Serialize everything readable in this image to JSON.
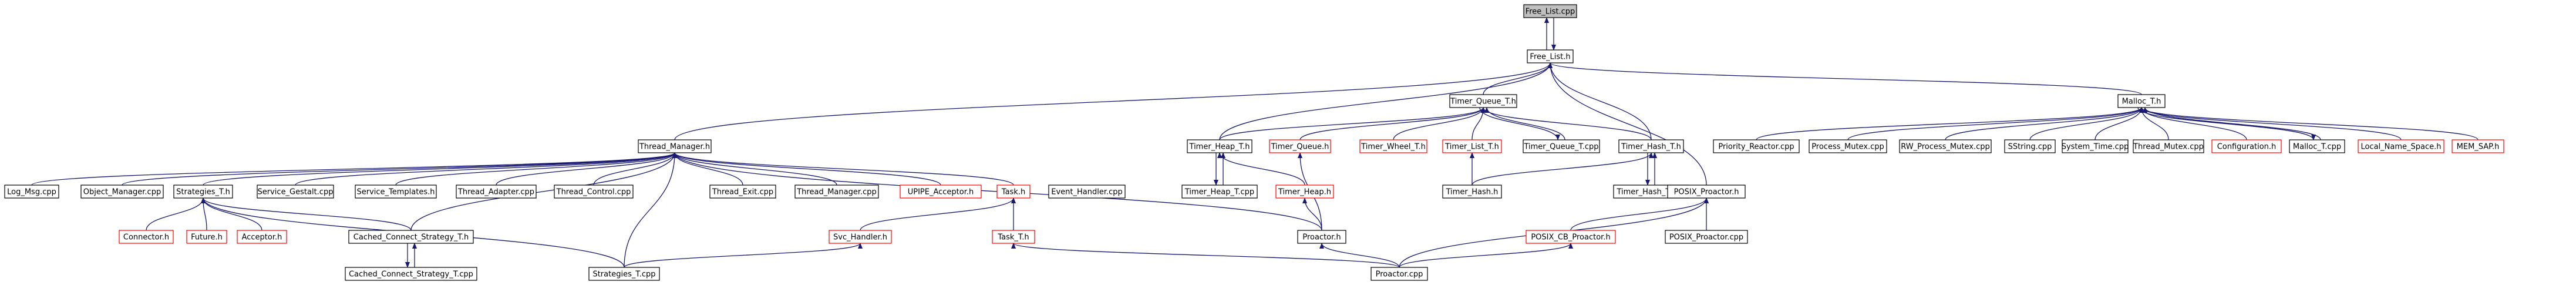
{
  "title": "Free_List.cpp",
  "colors": {
    "edge": "#191970",
    "edge_alt": "#9a32cd",
    "highlight": "#bfbfbf",
    "missing_border": "#ff0000",
    "border": "#000000"
  },
  "nodes": [
    {
      "id": "free_list_cpp",
      "label": "Free_List.cpp",
      "style": "highlight"
    },
    {
      "id": "free_list_h",
      "label": "Free_List.h"
    },
    {
      "id": "thread_manager_h",
      "label": "Thread_Manager.h"
    },
    {
      "id": "timer_queue_t_h",
      "label": "Timer_Queue_T.h"
    },
    {
      "id": "malloc_t_h",
      "label": "Malloc_T.h"
    },
    {
      "id": "log_msg_cpp",
      "label": "Log_Msg.cpp"
    },
    {
      "id": "object_manager_cpp",
      "label": "Object_Manager.cpp"
    },
    {
      "id": "strategies_t_h",
      "label": "Strategies_T.h"
    },
    {
      "id": "service_gestalt_cpp",
      "label": "Service_Gestalt.cpp"
    },
    {
      "id": "service_templates_h",
      "label": "Service_Templates.h"
    },
    {
      "id": "thread_adapter_cpp",
      "label": "Thread_Adapter.cpp"
    },
    {
      "id": "thread_control_cpp",
      "label": "Thread_Control.cpp"
    },
    {
      "id": "thread_exit_cpp",
      "label": "Thread_Exit.cpp"
    },
    {
      "id": "thread_manager_cpp",
      "label": "Thread_Manager.cpp"
    },
    {
      "id": "upipe_acceptor_h",
      "label": "UPIPE_Acceptor.h",
      "style": "red"
    },
    {
      "id": "task_h",
      "label": "Task.h",
      "style": "red"
    },
    {
      "id": "event_handler_cpp",
      "label": "Event_Handler.cpp"
    },
    {
      "id": "timer_heap_t_h",
      "label": "Timer_Heap_T.h"
    },
    {
      "id": "timer_queue_h",
      "label": "Timer_Queue.h",
      "style": "red"
    },
    {
      "id": "timer_wheel_t_h",
      "label": "Timer_Wheel_T.h",
      "style": "red"
    },
    {
      "id": "timer_list_t_h",
      "label": "Timer_List_T.h",
      "style": "red"
    },
    {
      "id": "timer_queue_t_cpp",
      "label": "Timer_Queue_T.cpp"
    },
    {
      "id": "timer_hash_t_h",
      "label": "Timer_Hash_T.h"
    },
    {
      "id": "priority_reactor_cpp",
      "label": "Priority_Reactor.cpp"
    },
    {
      "id": "process_mutex_cpp",
      "label": "Process_Mutex.cpp"
    },
    {
      "id": "rw_process_mutex_cpp",
      "label": "RW_Process_Mutex.cpp"
    },
    {
      "id": "sstring_cpp",
      "label": "SString.cpp"
    },
    {
      "id": "system_time_cpp",
      "label": "System_Time.cpp"
    },
    {
      "id": "thread_mutex_cpp",
      "label": "Thread_Mutex.cpp"
    },
    {
      "id": "configuration_h",
      "label": "Configuration.h",
      "style": "red"
    },
    {
      "id": "malloc_t_cpp",
      "label": "Malloc_T.cpp"
    },
    {
      "id": "local_name_space_h",
      "label": "Local_Name_Space.h",
      "style": "red"
    },
    {
      "id": "mem_sap_h",
      "label": "MEM_SAP.h",
      "style": "red"
    },
    {
      "id": "connector_h",
      "label": "Connector.h",
      "style": "red"
    },
    {
      "id": "future_h",
      "label": "Future.h",
      "style": "red"
    },
    {
      "id": "acceptor_h",
      "label": "Acceptor.h",
      "style": "red"
    },
    {
      "id": "cached_connect_strategy_t_h",
      "label": "Cached_Connect_Strategy_T.h"
    },
    {
      "id": "cached_connect_strategy_t_cpp",
      "label": "Cached_Connect_Strategy_T.cpp"
    },
    {
      "id": "strategies_t_cpp",
      "label": "Strategies_T.cpp"
    },
    {
      "id": "svc_handler_h",
      "label": "Svc_Handler.h",
      "style": "red"
    },
    {
      "id": "task_t_h",
      "label": "Task_T.h",
      "style": "red"
    },
    {
      "id": "timer_heap_t_cpp",
      "label": "Timer_Heap_T.cpp"
    },
    {
      "id": "timer_heap_h",
      "label": "Timer_Heap.h",
      "style": "red"
    },
    {
      "id": "timer_hash_h",
      "label": "Timer_Hash.h"
    },
    {
      "id": "timer_hash_t_cpp",
      "label": "Timer_Hash_T.cpp"
    },
    {
      "id": "posix_proactor_h",
      "label": "POSIX_Proactor.h"
    },
    {
      "id": "posix_cb_proactor_h",
      "label": "POSIX_CB_Proactor.h",
      "style": "red"
    },
    {
      "id": "posix_proactor_cpp",
      "label": "POSIX_Proactor.cpp"
    },
    {
      "id": "proactor_h",
      "label": "Proactor.h"
    },
    {
      "id": "proactor_cpp",
      "label": "Proactor.cpp"
    }
  ],
  "edges": [
    [
      "free_list_h",
      "free_list_cpp"
    ],
    [
      "free_list_cpp",
      "free_list_h"
    ],
    [
      "thread_manager_h",
      "free_list_h"
    ],
    [
      "timer_queue_t_h",
      "free_list_h"
    ],
    [
      "timer_heap_t_h",
      "free_list_h"
    ],
    [
      "timer_hash_t_h",
      "free_list_h"
    ],
    [
      "malloc_t_h",
      "free_list_h"
    ],
    [
      "posix_proactor_h",
      "free_list_h"
    ],
    [
      "log_msg_cpp",
      "thread_manager_h"
    ],
    [
      "object_manager_cpp",
      "thread_manager_h"
    ],
    [
      "strategies_t_h",
      "thread_manager_h"
    ],
    [
      "service_gestalt_cpp",
      "thread_manager_h"
    ],
    [
      "service_templates_h",
      "thread_manager_h"
    ],
    [
      "thread_adapter_cpp",
      "thread_manager_h"
    ],
    [
      "thread_control_cpp",
      "thread_manager_h"
    ],
    [
      "thread_exit_cpp",
      "thread_manager_h"
    ],
    [
      "thread_manager_cpp",
      "thread_manager_h"
    ],
    [
      "upipe_acceptor_h",
      "thread_manager_h"
    ],
    [
      "task_h",
      "thread_manager_h"
    ],
    [
      "strategies_t_cpp",
      "thread_manager_h"
    ],
    [
      "cached_connect_strategy_t_h",
      "thread_manager_h"
    ],
    [
      "proactor_h",
      "thread_manager_h"
    ],
    [
      "connector_h",
      "strategies_t_h"
    ],
    [
      "future_h",
      "strategies_t_h"
    ],
    [
      "acceptor_h",
      "strategies_t_h"
    ],
    [
      "cached_connect_strategy_t_h",
      "strategies_t_h"
    ],
    [
      "strategies_t_cpp",
      "strategies_t_h"
    ],
    [
      "cached_connect_strategy_t_cpp",
      "cached_connect_strategy_t_h"
    ],
    [
      "cached_connect_strategy_t_h",
      "cached_connect_strategy_t_cpp"
    ],
    [
      "svc_handler_h",
      "task_h"
    ],
    [
      "task_t_h",
      "task_h"
    ],
    [
      "strategies_t_cpp",
      "svc_handler_h"
    ],
    [
      "proactor_cpp",
      "task_t_h"
    ],
    [
      "timer_heap_t_h",
      "timer_queue_t_h"
    ],
    [
      "timer_queue_h",
      "timer_queue_t_h"
    ],
    [
      "timer_wheel_t_h",
      "timer_queue_t_h"
    ],
    [
      "timer_list_t_h",
      "timer_queue_t_h"
    ],
    [
      "timer_queue_t_cpp",
      "timer_queue_t_h"
    ],
    [
      "timer_hash_t_h",
      "timer_queue_t_h"
    ],
    [
      "timer_heap_t_cpp",
      "timer_heap_t_h"
    ],
    [
      "timer_heap_h",
      "timer_heap_t_h"
    ],
    [
      "timer_heap_t_h",
      "timer_heap_t_cpp"
    ],
    [
      "timer_hash_h",
      "timer_list_t_h"
    ],
    [
      "timer_hash_h",
      "timer_hash_t_h"
    ],
    [
      "timer_hash_t_cpp",
      "timer_hash_t_h"
    ],
    [
      "timer_hash_t_h",
      "timer_hash_t_cpp"
    ],
    [
      "timer_queue_t_h",
      "timer_queue_t_cpp"
    ],
    [
      "proactor_h",
      "timer_queue_h"
    ],
    [
      "proactor_h",
      "timer_heap_h"
    ],
    [
      "proactor_cpp",
      "proactor_h"
    ],
    [
      "priority_reactor_cpp",
      "malloc_t_h"
    ],
    [
      "process_mutex_cpp",
      "malloc_t_h"
    ],
    [
      "rw_process_mutex_cpp",
      "malloc_t_h"
    ],
    [
      "sstring_cpp",
      "malloc_t_h"
    ],
    [
      "system_time_cpp",
      "malloc_t_h"
    ],
    [
      "thread_mutex_cpp",
      "malloc_t_h"
    ],
    [
      "configuration_h",
      "malloc_t_h"
    ],
    [
      "malloc_t_cpp",
      "malloc_t_h"
    ],
    [
      "malloc_t_h",
      "malloc_t_cpp"
    ],
    [
      "local_name_space_h",
      "malloc_t_h"
    ],
    [
      "mem_sap_h",
      "malloc_t_h"
    ],
    [
      "posix_cb_proactor_h",
      "posix_proactor_h"
    ],
    [
      "posix_proactor_cpp",
      "posix_proactor_h"
    ],
    [
      "proactor_cpp",
      "posix_proactor_h"
    ],
    [
      "proactor_cpp",
      "posix_cb_proactor_h"
    ]
  ]
}
